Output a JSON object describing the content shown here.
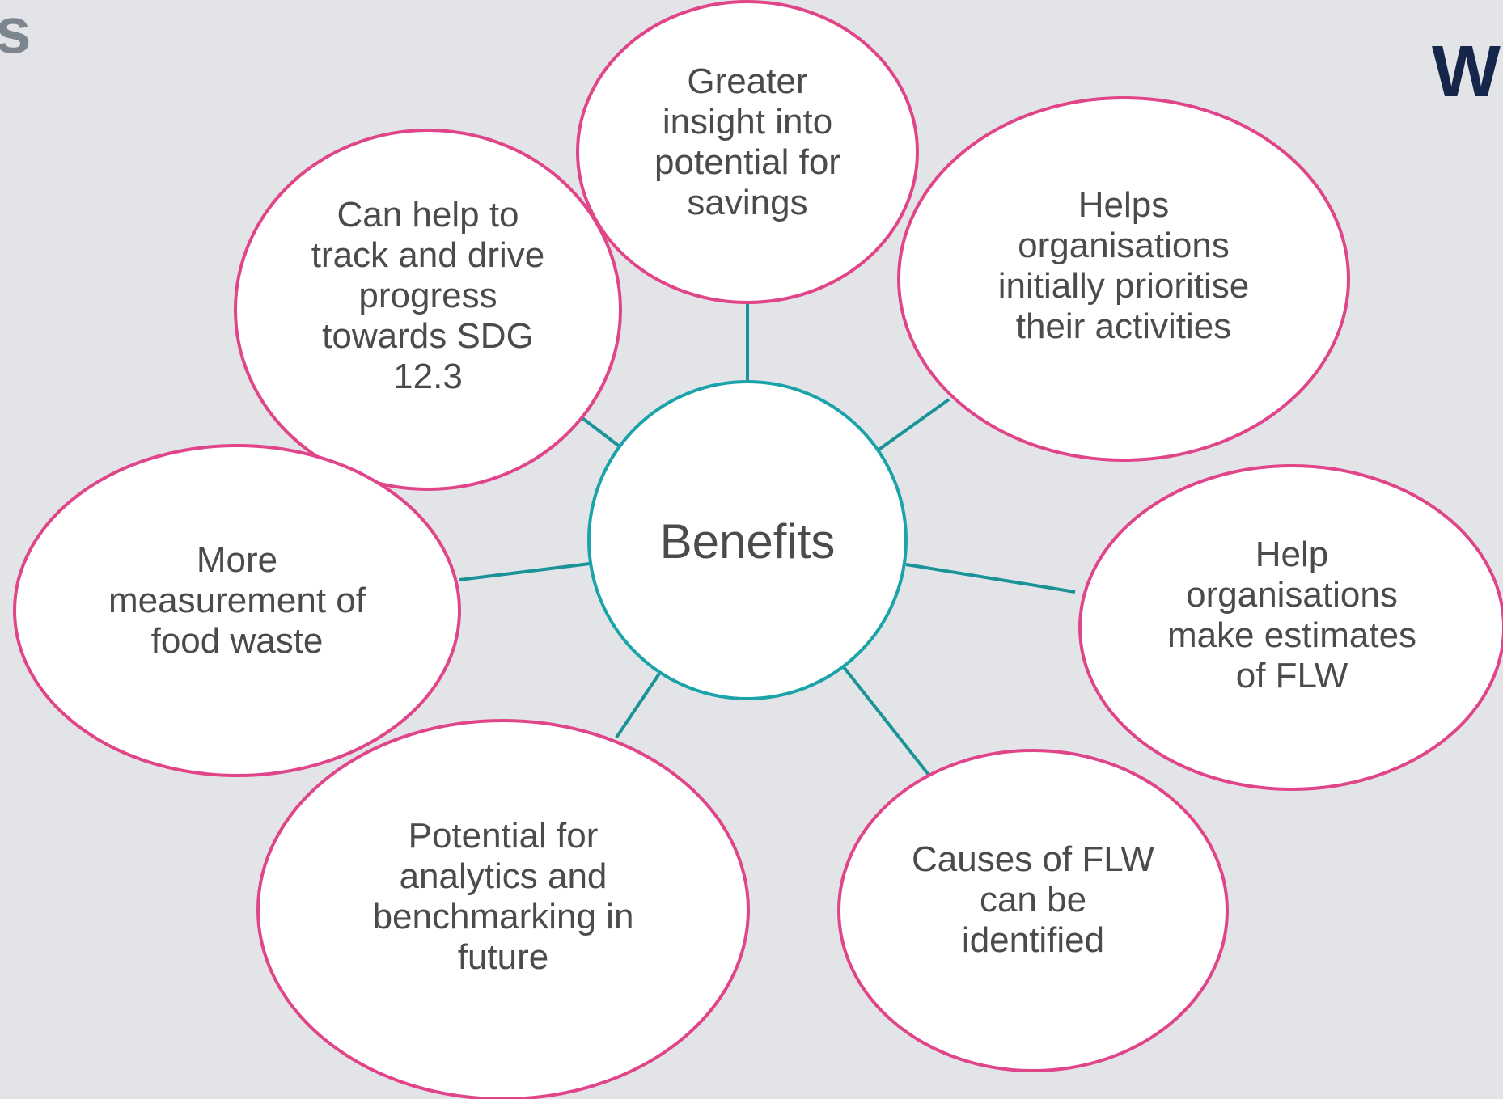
{
  "slide": {
    "title_fragment": "s",
    "logo_fragment": "W"
  },
  "colors": {
    "background": "#e3e4e8",
    "node_border": "#e0458a",
    "hub_border": "#1aa3a8",
    "connector": "#1a9398",
    "node_fill": "#ffffff",
    "text": "#4b4b4b"
  },
  "diagram": {
    "center": "Benefits",
    "nodes": [
      {
        "id": "savings",
        "lines": [
          "Greater",
          "insight into",
          "potential for",
          "savings"
        ]
      },
      {
        "id": "prioritise",
        "lines": [
          "Helps",
          "organisations",
          "initially prioritise",
          "their activities"
        ]
      },
      {
        "id": "estimates",
        "lines": [
          "Help",
          "organisations",
          "make estimates",
          "of FLW"
        ]
      },
      {
        "id": "causes",
        "lines": [
          "Causes of FLW",
          "can be",
          "identified"
        ]
      },
      {
        "id": "analytics",
        "lines": [
          "Potential for",
          "analytics and",
          "benchmarking in",
          "future"
        ]
      },
      {
        "id": "measurement",
        "lines": [
          "More",
          "measurement of",
          "food waste"
        ]
      },
      {
        "id": "sdg",
        "lines": [
          "Can help to",
          "track and drive",
          "progress",
          "towards SDG",
          "12.3"
        ]
      }
    ]
  }
}
